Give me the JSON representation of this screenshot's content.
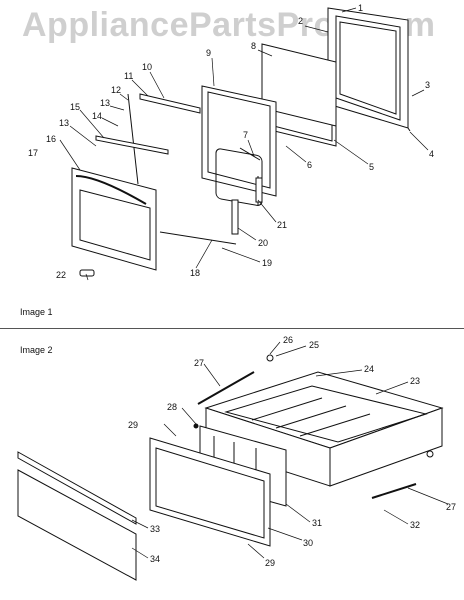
{
  "watermark": "AppliancePartsPros.com",
  "image1_caption": "Image 1",
  "image2_caption": "Image 2",
  "callouts": [
    "1",
    "2",
    "3",
    "4",
    "5",
    "6",
    "7",
    "8",
    "9",
    "10",
    "11",
    "12",
    "13",
    "14",
    "15",
    "16",
    "17",
    "18",
    "19",
    "20",
    "21",
    "22",
    "23",
    "24",
    "25",
    "26",
    "27",
    "28",
    "29",
    "30",
    "31",
    "32",
    "33",
    "34"
  ]
}
